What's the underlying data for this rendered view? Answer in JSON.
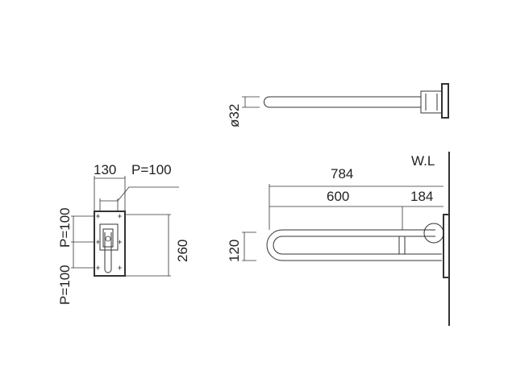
{
  "dimensions": {
    "top_width": "130",
    "top_pitch": "P=100",
    "side_pitch_upper": "P=100",
    "side_pitch_lower": "P=100",
    "plate_height": "260",
    "pipe_diameter": "ø32",
    "overall_length": "784",
    "rail_length": "600",
    "bracket_offset": "184",
    "rail_height": "120",
    "wall_label": "W.L"
  },
  "colors": {
    "line": "#333333",
    "background": "#ffffff"
  }
}
